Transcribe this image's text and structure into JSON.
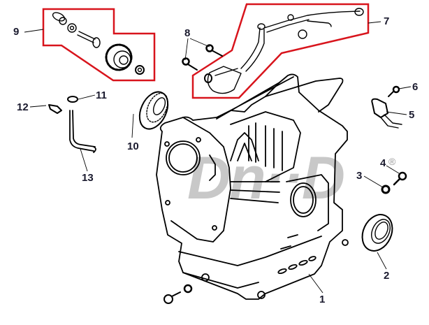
{
  "diagram": {
    "title": "Engine crankcase exploded view",
    "watermark": "DuroMAX-style logo",
    "watermark_text": "Dn··D",
    "registered_mark": "®",
    "highlight_color": "#d8141c",
    "line_color": "#000000",
    "label_color": "#1a1a2e",
    "watermark_color": "#9c9c9c"
  },
  "callouts": [
    {
      "id": "1",
      "label": "1",
      "part": "crankcase"
    },
    {
      "id": "2",
      "label": "2",
      "part": "oil seal"
    },
    {
      "id": "3",
      "label": "3",
      "part": "washer"
    },
    {
      "id": "4",
      "label": "4",
      "part": "drain bolt"
    },
    {
      "id": "5",
      "label": "5",
      "part": "bracket"
    },
    {
      "id": "6",
      "label": "6",
      "part": "bolt"
    },
    {
      "id": "7",
      "label": "7",
      "part": "oil level sensor assembly"
    },
    {
      "id": "8",
      "label": "8",
      "part": "bolts"
    },
    {
      "id": "9",
      "label": "9",
      "part": "governor gear assembly"
    },
    {
      "id": "10",
      "label": "10",
      "part": "ball bearing"
    },
    {
      "id": "11",
      "label": "11",
      "part": "washer"
    },
    {
      "id": "12",
      "label": "12",
      "part": "clip"
    },
    {
      "id": "13",
      "label": "13",
      "part": "governor arm shaft"
    }
  ]
}
